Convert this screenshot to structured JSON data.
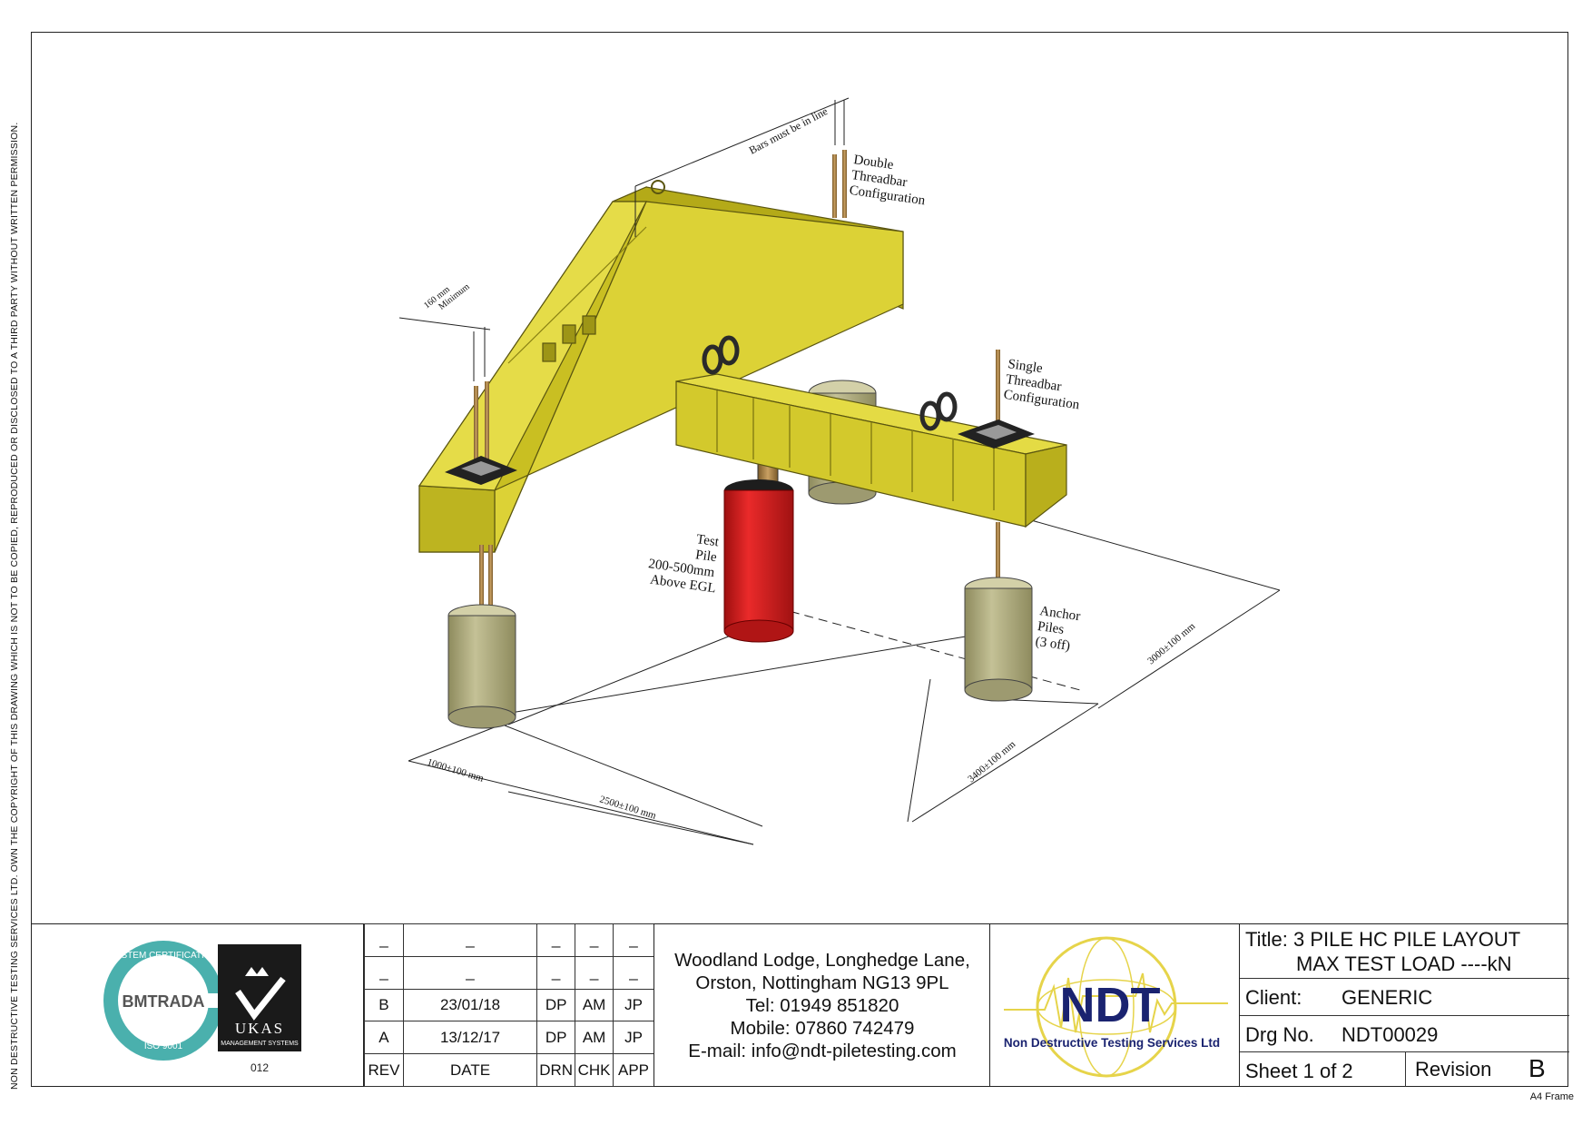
{
  "copyright_note": "NON DESTRUCTIVE TESTING SERVICES LTD.  OWN THE COPYRIGHT OF THIS DRAWING WHICH IS NOT TO BE COPIED, REPRODUCED OR DISCLOSED TO A THIRD PARTY WITHOUT WRITTEN PERMISSION.",
  "frame_label": "A4 Frame",
  "labels": {
    "bars_in_line": "Bars must be in line",
    "double_threadbar": [
      "Double",
      "Threadbar",
      "Configuration"
    ],
    "single_threadbar": [
      "Single",
      "Threadbar",
      "Configuration"
    ],
    "min_spacing": [
      "160 mm",
      "Minimum"
    ],
    "test_pile": [
      "Test",
      "Pile",
      "200-500mm",
      "Above EGL"
    ],
    "anchor_piles": [
      "Anchor",
      "Piles",
      "(3 off)"
    ],
    "dim_1000": "1000±100 mm",
    "dim_2500": "2500±100 mm",
    "dim_3400": "3400±100 mm",
    "dim_3000": "3000±100 mm"
  },
  "colors": {
    "beam_yellow": "#d9cf2e",
    "beam_dark": "#b6ac1c",
    "pile_red": "#d81c1c",
    "anchor_khaki": "#b8b585",
    "bar_bronze": "#a07a40",
    "cert_teal": "#4ab0ad",
    "ukas_black": "#1a1a1a",
    "ndt_navy": "#1a2370",
    "ndt_gold": "#e6d44a"
  },
  "certification": {
    "bm_ring_text": "SYSTEM CERTIFICATION",
    "bm_brand": "BMTRADA",
    "bm_iso": "ISO 9001",
    "ukas_name": "UKAS",
    "ukas_sub": "MANAGEMENT SYSTEMS",
    "ukas_number": "012"
  },
  "revisions": {
    "rows": [
      [
        "_",
        "_",
        "_",
        "_",
        "_"
      ],
      [
        "_",
        "_",
        "_",
        "_",
        "_"
      ],
      [
        "B",
        "23/01/18",
        "DP",
        "AM",
        "JP"
      ],
      [
        "A",
        "13/12/17",
        "DP",
        "AM",
        "JP"
      ]
    ],
    "headers": [
      "REV",
      "DATE",
      "DRN",
      "CHK",
      "APP"
    ]
  },
  "address": {
    "line1": "Woodland Lodge, Longhedge Lane,",
    "line2": "Orston, Nottingham NG13 9PL",
    "tel": "Tel:  01949 851820",
    "mobile": "Mobile: 07860 742479",
    "email": "E-mail: info@ndt-piletesting.com"
  },
  "company_logo": {
    "letters": "NDT",
    "name": "Non Destructive Testing Services Ltd"
  },
  "title_block": {
    "title_line1": "Title: 3 PILE HC PILE LAYOUT",
    "title_line2": "MAX TEST LOAD ----kN",
    "client_label": "Client:",
    "client_value": "GENERIC",
    "drg_label": "Drg No.",
    "drg_value": "NDT00029",
    "sheet": "Sheet 1 of 2",
    "revision_label": "Revision",
    "revision_value": "B"
  }
}
